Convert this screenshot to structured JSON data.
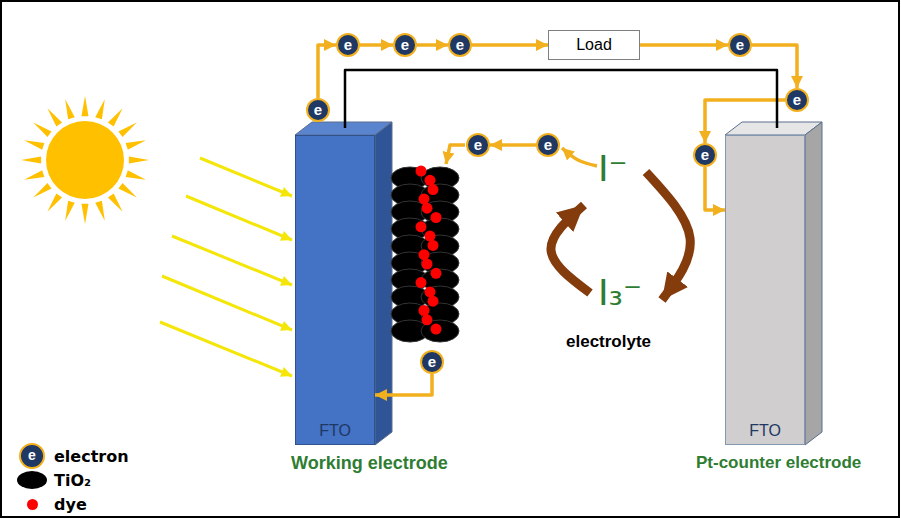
{
  "diagram": {
    "nodes": [
      {
        "text": [
          "e"
        ]
      },
      {
        "text": [
          "e"
        ]
      },
      {
        "text": [
          "e"
        ]
      },
      {
        "text": [
          "e"
        ]
      },
      {
        "text": [
          "Load"
        ]
      },
      {
        "text": [
          "e"
        ]
      },
      {
        "text": [
          "e"
        ]
      },
      {
        "text": [
          "e"
        ]
      },
      {
        "text": [
          "e"
        ]
      },
      {
        "text": [
          "e"
        ]
      },
      {
        "text": [
          "FTO",
          "Working electrode"
        ]
      },
      {
        "text": [
          "e"
        ]
      },
      {
        "text": [
          "FTO",
          "Pt-counter electrode"
        ]
      }
    ],
    "edges": [
      {
        "from": 0,
        "to": 1,
        "arrow": "to"
      },
      {
        "from": 1,
        "to": 2,
        "arrow": "to"
      },
      {
        "from": 2,
        "to": 3,
        "arrow": "to"
      },
      {
        "from": 3,
        "to": 4,
        "arrow": "to"
      },
      {
        "from": 4,
        "to": 5,
        "arrow": "to"
      },
      {
        "from": 5,
        "to": 6,
        "arrow": "to"
      },
      {
        "from": 6,
        "to": 7,
        "arrow": "to"
      },
      {
        "from": 7,
        "to": 12,
        "arrow": "to"
      },
      {
        "from": 8,
        "to": 9,
        "arrow": "to"
      },
      {
        "from": 11,
        "to": 10,
        "arrow": "to"
      },
      {
        "from": 10,
        "to": 12,
        "arrow": "none"
      }
    ],
    "labels": [
      "I⁻",
      "I₃⁻",
      "electrolyte",
      "e"
    ],
    "legend": [
      {
        "text": "electron"
      },
      {
        "text": "TiO₂",
        "color": "#000000"
      },
      {
        "text": "dye",
        "color": "#FF0000"
      }
    ]
  }
}
